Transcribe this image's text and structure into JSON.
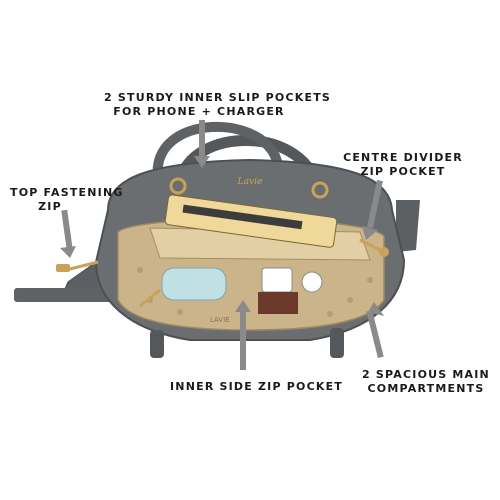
{
  "callouts": {
    "inner_slip": [
      "2 STURDY INNER SLIP POCKETS",
      "FOR PHONE + CHARGER"
    ],
    "centre_divider": [
      "CENTRE DIVIDER",
      "ZIP POCKET"
    ],
    "top_fastening": [
      "TOP FASTENING",
      "ZIP"
    ],
    "inner_side": [
      "INNER SIDE ZIP POCKET"
    ],
    "main_compartments": [
      "2 SPACIOUS MAIN",
      "COMPARTMENTS"
    ]
  },
  "brand_marks": [
    "LAVIE",
    "Lavie"
  ],
  "colors": {
    "bag_body": "#6b6e70",
    "bag_shadow": "#4d5052",
    "lining": "#cbb489",
    "hardware": "#c9a25a",
    "card_case": "#bfe0e4",
    "text": "#1a1a1a"
  }
}
